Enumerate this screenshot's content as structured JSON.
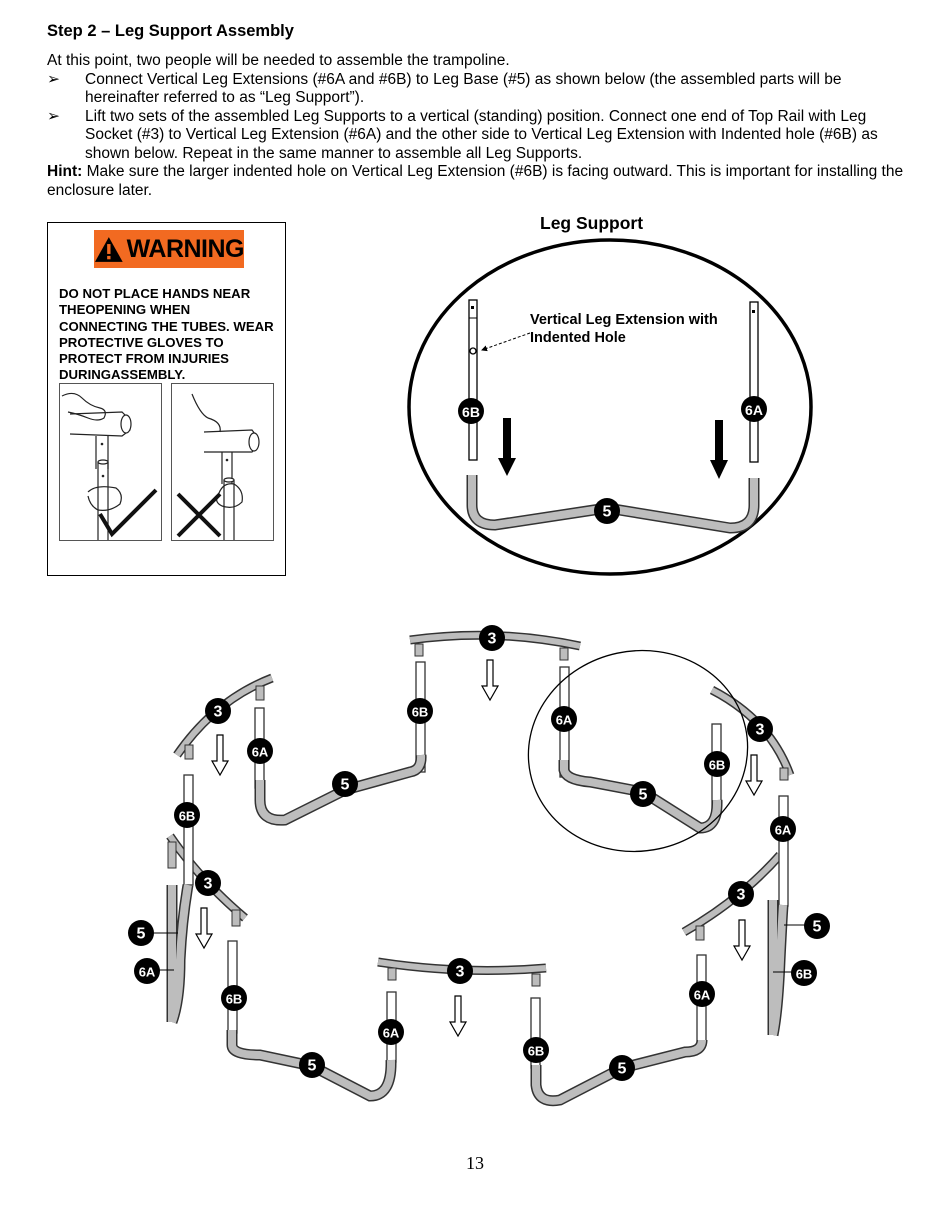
{
  "step": {
    "title": "Step 2 – Leg Support Assembly"
  },
  "intro": {
    "lead": "At this point, two people will be needed to assemble the trampoline.",
    "bullet_mark": "➢",
    "bullets": [
      "Connect Vertical Leg Extensions (#6A and #6B) to Leg Base (#5) as shown below (the assembled parts will be hereinafter referred to as “Leg Support”).",
      "Lift two sets of the assembled Leg Supports to a vertical (standing) position. Connect one end of Top Rail with Leg Socket (#3) to Vertical Leg Extension (#6A) and the other side to Vertical Leg Extension with Indented hole (#6B) as shown below. Repeat in the same manner to assemble all Leg Supports."
    ],
    "hint_label": "Hint:",
    "hint_text": " Make sure the larger indented hole on Vertical Leg Extension (#6B) is facing outward. This is important for installing the enclosure later."
  },
  "warning": {
    "badge": "WARNING",
    "text": "DO NOT PLACE HANDS NEAR THEOPENING WHEN CONNECTING THE TUBES. WEAR PROTECTIVE GLOVES TO PROTECT FROM INJURIES DURINGASSEMBLY.",
    "badge_color": "#f26a21"
  },
  "leg_support": {
    "title": "Leg Support",
    "callout": [
      "Vertical Leg Extension with",
      "Indented Hole"
    ],
    "label_6b": "6B",
    "label_6a": "6A",
    "label_5": "5"
  },
  "parts": {
    "p3": "3",
    "p5": "5",
    "p6a": "6A",
    "p6b": "6B"
  },
  "colors": {
    "tube_fill": "#bdbdbd",
    "tube_stroke": "#444444"
  },
  "page_number": "13"
}
